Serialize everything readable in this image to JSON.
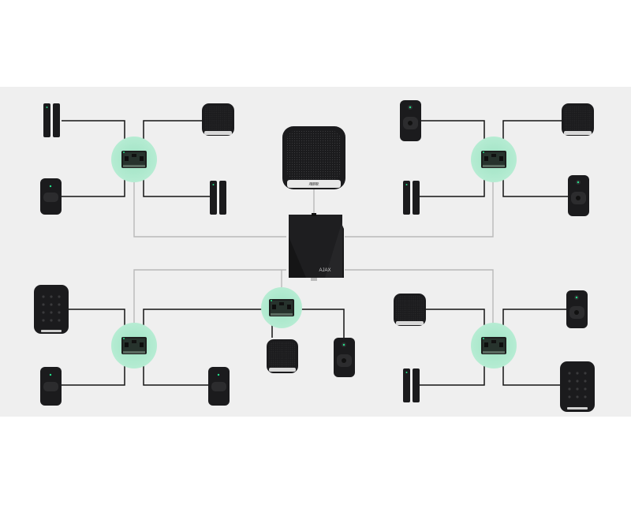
{
  "colors": {
    "background": "#efefef",
    "page": "#ffffff",
    "device_body": "#1c1c1e",
    "device_highlight": "#2e2e30",
    "wire_black": "#111111",
    "wire_grey": "#b8b8b8",
    "module_glow": "#a8e6c9",
    "module_board": "#1f3b2a",
    "indicator_green": "#25e08a"
  },
  "hub": {
    "icon": "hub-hybrid-icon",
    "brand_text": "AJAX"
  },
  "siren": {
    "icon": "street-siren-icon",
    "brand_text": "AJAX"
  },
  "modules": [
    {
      "name": "module-top-left",
      "icon": "bus-module-icon"
    },
    {
      "name": "module-top-right",
      "icon": "bus-module-icon"
    },
    {
      "name": "module-bottom-left",
      "icon": "bus-module-icon"
    },
    {
      "name": "module-bottom-center",
      "icon": "bus-module-icon"
    },
    {
      "name": "module-bottom-right",
      "icon": "bus-module-icon"
    }
  ],
  "devices": [
    {
      "name": "door-contact-tl",
      "icon": "door-contact-icon"
    },
    {
      "name": "indoor-siren-tl",
      "icon": "indoor-siren-icon"
    },
    {
      "name": "motion-detector-tl",
      "icon": "motion-detector-icon"
    },
    {
      "name": "door-contact-tl2",
      "icon": "door-contact-icon"
    },
    {
      "name": "motion-cam-tr",
      "icon": "motion-cam-icon"
    },
    {
      "name": "indoor-siren-tr",
      "icon": "indoor-siren-icon"
    },
    {
      "name": "door-contact-tr",
      "icon": "door-contact-icon"
    },
    {
      "name": "motion-cam-tr2",
      "icon": "motion-cam-icon"
    },
    {
      "name": "keypad-bl",
      "icon": "keypad-icon"
    },
    {
      "name": "motion-detector-bl",
      "icon": "motion-detector-icon"
    },
    {
      "name": "motion-detector-bl2",
      "icon": "motion-detector-icon"
    },
    {
      "name": "indoor-siren-bc",
      "icon": "indoor-siren-icon"
    },
    {
      "name": "motion-cam-bc",
      "icon": "motion-cam-icon"
    },
    {
      "name": "indoor-siren-br",
      "icon": "indoor-siren-icon"
    },
    {
      "name": "door-contact-br",
      "icon": "door-contact-icon"
    },
    {
      "name": "motion-cam-br",
      "icon": "motion-cam-icon"
    },
    {
      "name": "keypad-br",
      "icon": "keypad-icon"
    }
  ]
}
